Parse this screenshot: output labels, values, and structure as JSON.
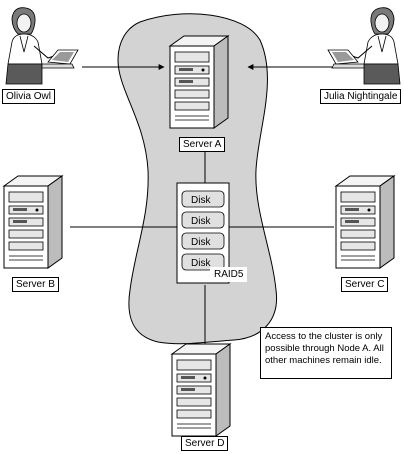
{
  "people": {
    "left": "Olivia Owl",
    "right": "Julia Nightingale"
  },
  "servers": {
    "a": "Server A",
    "b": "Server B",
    "c": "Server C",
    "d": "Server D"
  },
  "raid": {
    "label": "RAID5",
    "disks": [
      "Disk",
      "Disk",
      "Disk",
      "Disk"
    ]
  },
  "note": "Access to the cluster is only possible through Node A. All other machines remain idle.",
  "colors": {
    "cluster_fill": "#d3d3d3",
    "line": "#000000"
  }
}
